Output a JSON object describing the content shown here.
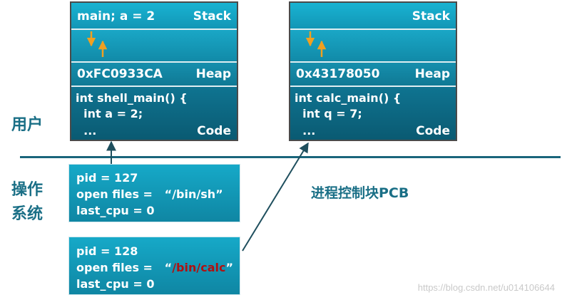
{
  "labels": {
    "user": "用户",
    "os_line1": "操作",
    "os_line2": "系统",
    "pcb_title": "进程控制块PCB"
  },
  "memory": [
    {
      "stack_label": "Stack",
      "stack_content": "main; a = 2",
      "heap_label": "Heap",
      "heap_address": "0xFC0933CA",
      "code_label": "Code",
      "code_lines": [
        "int shell_main() {",
        "  int a = 2;",
        "  ..."
      ]
    },
    {
      "stack_label": "Stack",
      "stack_content": "",
      "heap_label": "Heap",
      "heap_address": "0x43178050",
      "code_label": "Code",
      "code_lines": [
        "int calc_main() {",
        "  int q = 7;",
        "  ..."
      ]
    }
  ],
  "pcbs": [
    {
      "pid": "pid = 127",
      "files_prefix": "open files =   “",
      "files_path": "/bin/sh",
      "files_suffix": "”",
      "last_cpu": "last_cpu = 0"
    },
    {
      "pid": "pid = 128",
      "files_prefix": "open files =   “",
      "files_path": "/bin/calc",
      "files_suffix": "”",
      "last_cpu": "last_cpu = 0"
    }
  ],
  "watermark": "https://blog.csdn.net/u014106644",
  "colors": {
    "teal_text": "#1a6f86",
    "highlight_red": "#b01010",
    "arrow_orange": "#f0a020"
  }
}
